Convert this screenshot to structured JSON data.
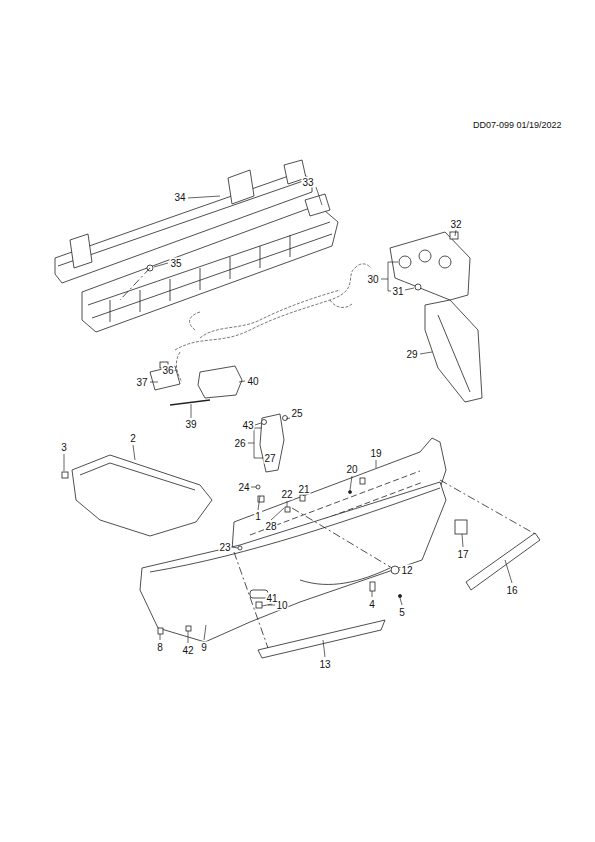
{
  "diagram": {
    "labels": [
      "DD07-099 01/19/2022",
      "34",
      "33",
      "35",
      "32",
      "30",
      "31",
      "29",
      "36",
      "37",
      "40",
      "39",
      "43",
      "25",
      "26",
      "27",
      "24",
      "3",
      "2",
      "19",
      "20",
      "21",
      "22",
      "1",
      "28",
      "23",
      "12",
      "17",
      "16",
      "4",
      "5",
      "10",
      "41",
      "8",
      "42",
      "9",
      "13"
    ]
  }
}
